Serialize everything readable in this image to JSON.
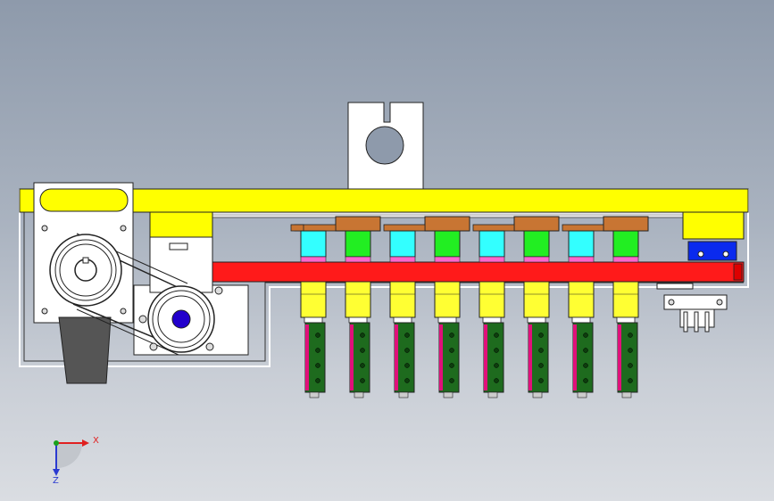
{
  "viewport": {
    "background_top": "#8e9aab",
    "background_bottom": "#dadde2"
  },
  "colors": {
    "beam": "#ffff00",
    "rail": "#ff1a1a",
    "nozzle_cyan": "#33ffff",
    "nozzle_green": "#22ee22",
    "nozzle_body": "#ffff33",
    "block_brown": "#c87533",
    "cylinder": "#0a2aee",
    "cartridge": "#1e6b1e",
    "cartridge_stripe": "#e0107a",
    "motor": "#555555",
    "pulley_core": "#2200cc"
  },
  "heads": [
    {
      "top_color": "nozzle_cyan"
    },
    {
      "top_color": "nozzle_green"
    },
    {
      "top_color": "nozzle_cyan"
    },
    {
      "top_color": "nozzle_green"
    },
    {
      "top_color": "nozzle_cyan"
    },
    {
      "top_color": "nozzle_green"
    },
    {
      "top_color": "nozzle_cyan"
    },
    {
      "top_color": "nozzle_green"
    }
  ],
  "triad": {
    "x_label": "X",
    "z_label": "Z",
    "x_color": "#e02020",
    "z_color": "#2a3ad0",
    "y_color": "#1aa01a"
  }
}
